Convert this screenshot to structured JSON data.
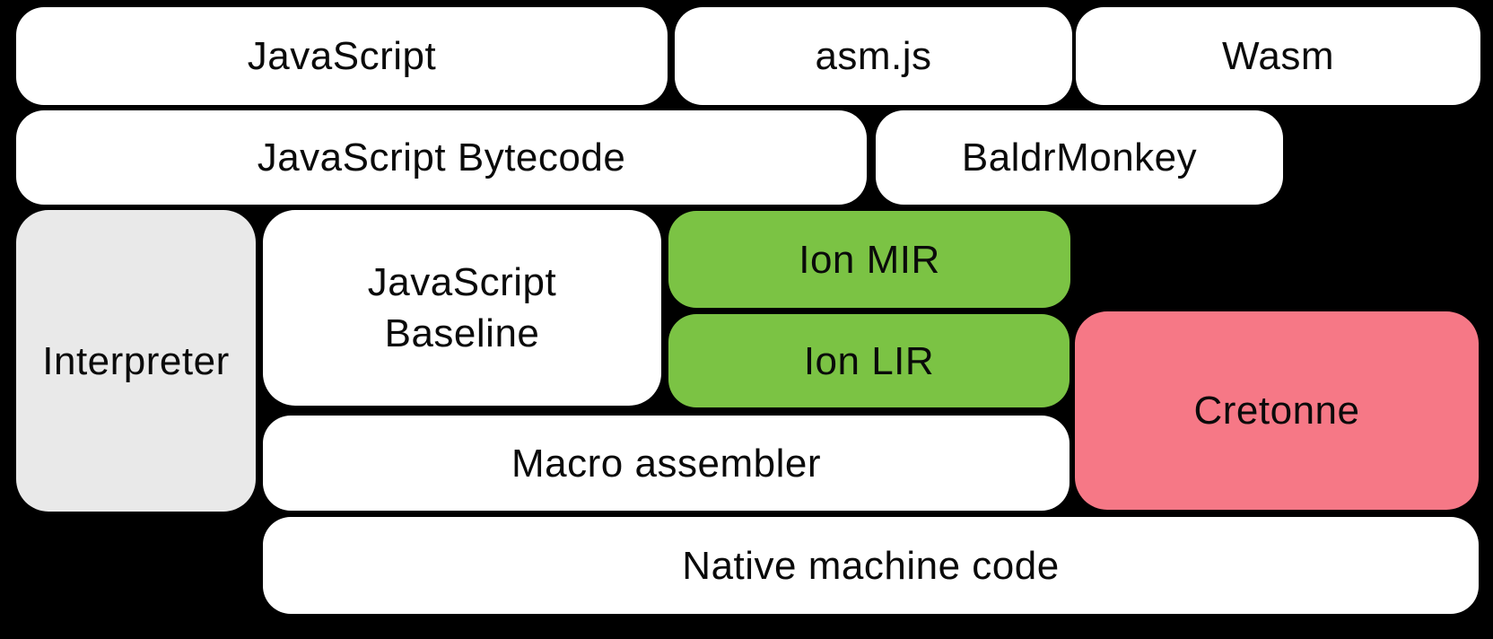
{
  "colors": {
    "background": "#000000",
    "white": "#ffffff",
    "gray": "#e9e9e9",
    "green": "#7bc344",
    "pink": "#f67886",
    "text": "#0a0a0a"
  },
  "diagram": {
    "boxes": [
      {
        "label": "JavaScript"
      },
      {
        "label": "asm.js"
      },
      {
        "label": "Wasm"
      },
      {
        "label": "JavaScript Bytecode"
      },
      {
        "label": "BaldrMonkey"
      },
      {
        "label": "Interpreter"
      },
      {
        "label": "JavaScript Baseline",
        "line1": "JavaScript",
        "line2": "Baseline"
      },
      {
        "label": "Ion MIR"
      },
      {
        "label": "Ion LIR"
      },
      {
        "label": "Cretonne"
      },
      {
        "label": "Macro assembler"
      },
      {
        "label": "Native machine code"
      }
    ]
  }
}
